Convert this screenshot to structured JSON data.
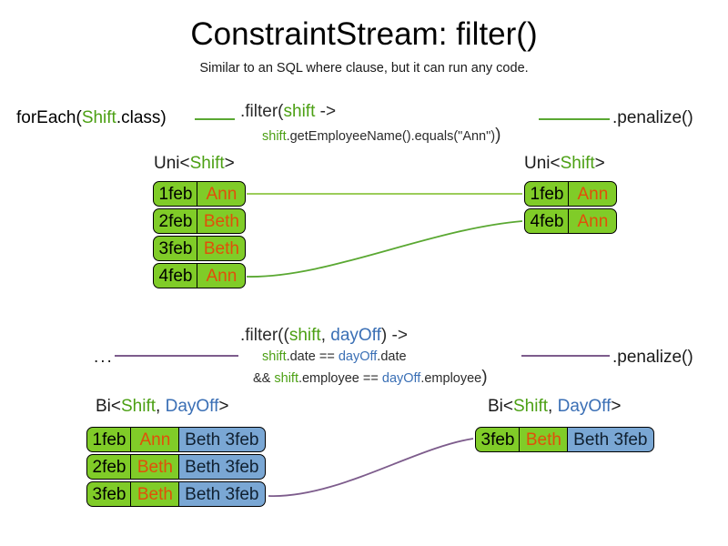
{
  "header": {
    "title": "ConstraintStream: filter()",
    "subtitle": "Similar to an SQL where clause, but it can run any code."
  },
  "colors": {
    "green_token": "#4ca014",
    "blue_token": "#3a6fb5",
    "fact_green": "#80cc28",
    "fact_blue": "#7aa7d4",
    "name_orange": "#e0500a",
    "connector_green": "#5aa832",
    "connector_purple": "#7d5c8c",
    "text_dark": "#2b2b2b"
  },
  "uni_example": {
    "source_label": {
      "prefix": "forEach(",
      "type": "Shift",
      "suffix": ".class)"
    },
    "filter": {
      "open": ".filter(",
      "param": "shift",
      "arrow": " ->",
      "body_var": "shift",
      "body_rest": ".getEmployeeName().equals(\"Ann\")",
      "close": ")"
    },
    "terminal_label": ".penalize()",
    "input_type": {
      "prefix": "Uni<",
      "generic": "Shift",
      "suffix": ">"
    },
    "output_type": {
      "prefix": "Uni<",
      "generic": "Shift",
      "suffix": ">"
    },
    "input_rows": [
      {
        "date": "1feb",
        "name": "Ann"
      },
      {
        "date": "2feb",
        "name": "Beth"
      },
      {
        "date": "3feb",
        "name": "Beth"
      },
      {
        "date": "4feb",
        "name": "Ann"
      }
    ],
    "output_rows": [
      {
        "date": "1feb",
        "name": "Ann"
      },
      {
        "date": "4feb",
        "name": "Ann"
      }
    ]
  },
  "bi_example": {
    "source_label": "...",
    "filter": {
      "open": ".filter((",
      "param1": "shift",
      "comma": ", ",
      "param2": "dayOff",
      "arrow": ") ->",
      "line2_var1": "shift",
      "line2_mid": ".date == ",
      "line2_var2": "dayOff",
      "line2_end": ".date",
      "line3_and": "&& ",
      "line3_var1": "shift",
      "line3_mid": ".employee == ",
      "line3_var2": "dayOff",
      "line3_end": ".employee",
      "close": ")"
    },
    "terminal_label": ".penalize()",
    "input_type": {
      "prefix": "Bi<",
      "generic1": "Shift",
      "comma": ", ",
      "generic2": "DayOff",
      "suffix": ">"
    },
    "output_type": {
      "prefix": "Bi<",
      "generic1": "Shift",
      "comma": ", ",
      "generic2": "DayOff",
      "suffix": ">"
    },
    "input_rows": [
      {
        "date": "1feb",
        "name": "Ann",
        "pair": "Beth 3feb"
      },
      {
        "date": "2feb",
        "name": "Beth",
        "pair": "Beth 3feb"
      },
      {
        "date": "3feb",
        "name": "Beth",
        "pair": "Beth 3feb"
      }
    ],
    "output_rows": [
      {
        "date": "3feb",
        "name": "Beth",
        "pair": "Beth 3feb"
      }
    ]
  }
}
